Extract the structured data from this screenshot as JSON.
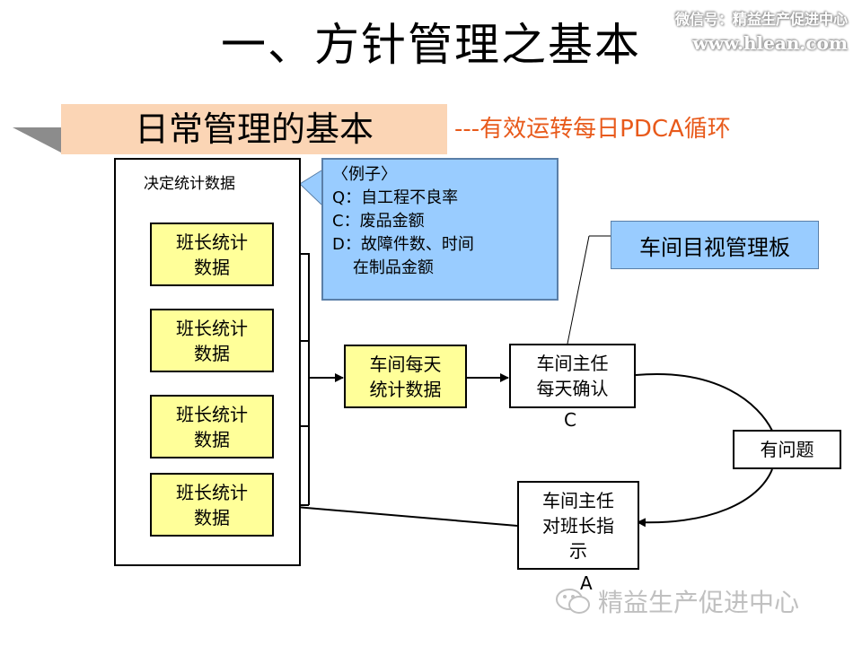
{
  "title": "一、方针管理之基本",
  "watermark": {
    "line1": "微信号：精益生产促进中心",
    "line2": "www.hlean.com"
  },
  "subtitle": "日常管理的基本",
  "pdca_note": "---有效运转每日PDCA循环",
  "outer_label": "决定统计数据",
  "leader_boxes": [
    "班长统计\n数据",
    "班长统计\n数据",
    "班长统计\n数据",
    "班长统计\n数据"
  ],
  "example": {
    "header": "〈例子〉",
    "lines": [
      "Q：自工程不良率",
      "C：废品金额",
      "D：故障件数、时间",
      "    在制品金额"
    ]
  },
  "board_label": "车间目视管理板",
  "daily_stats": "车间每天\n统计数据",
  "director_confirm": "车间主任\n每天确认",
  "letter_c": "C",
  "problem": "有问题",
  "director_instruct": "车间主任\n对班长指\n示",
  "letter_a": "A",
  "footer_text": "精益生产促进中心",
  "colors": {
    "yellow_box": "#ffff99",
    "blue_box": "#99ccff",
    "subtitle_band": "#fbd5b5",
    "accent_orange": "#e85a1b"
  }
}
